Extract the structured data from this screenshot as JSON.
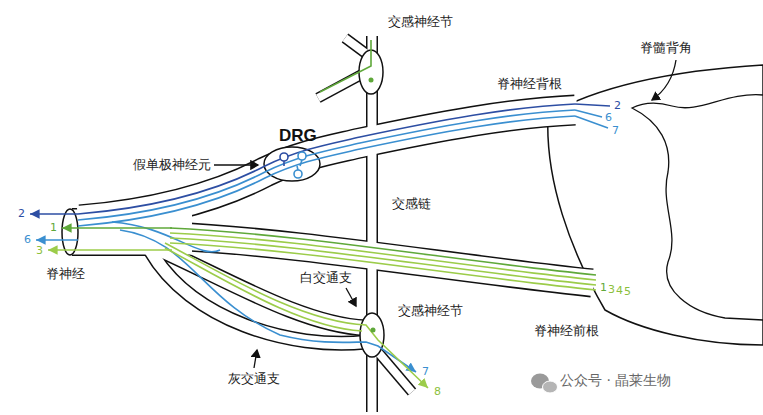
{
  "diagram": {
    "labels": [
      "交感神经节",
      "脊神经背根",
      "脊髓背角",
      "DRG",
      "假单极神经元",
      "交感链",
      "脊神经",
      "白交通支",
      "交感神经节",
      "脊神经前根",
      "灰交通支",
      "2",
      "1",
      "6",
      "3",
      "2",
      "6",
      "7",
      "1",
      "3",
      "4",
      "5",
      "7",
      "8",
      "公众号 · 晶莱生物"
    ]
  }
}
